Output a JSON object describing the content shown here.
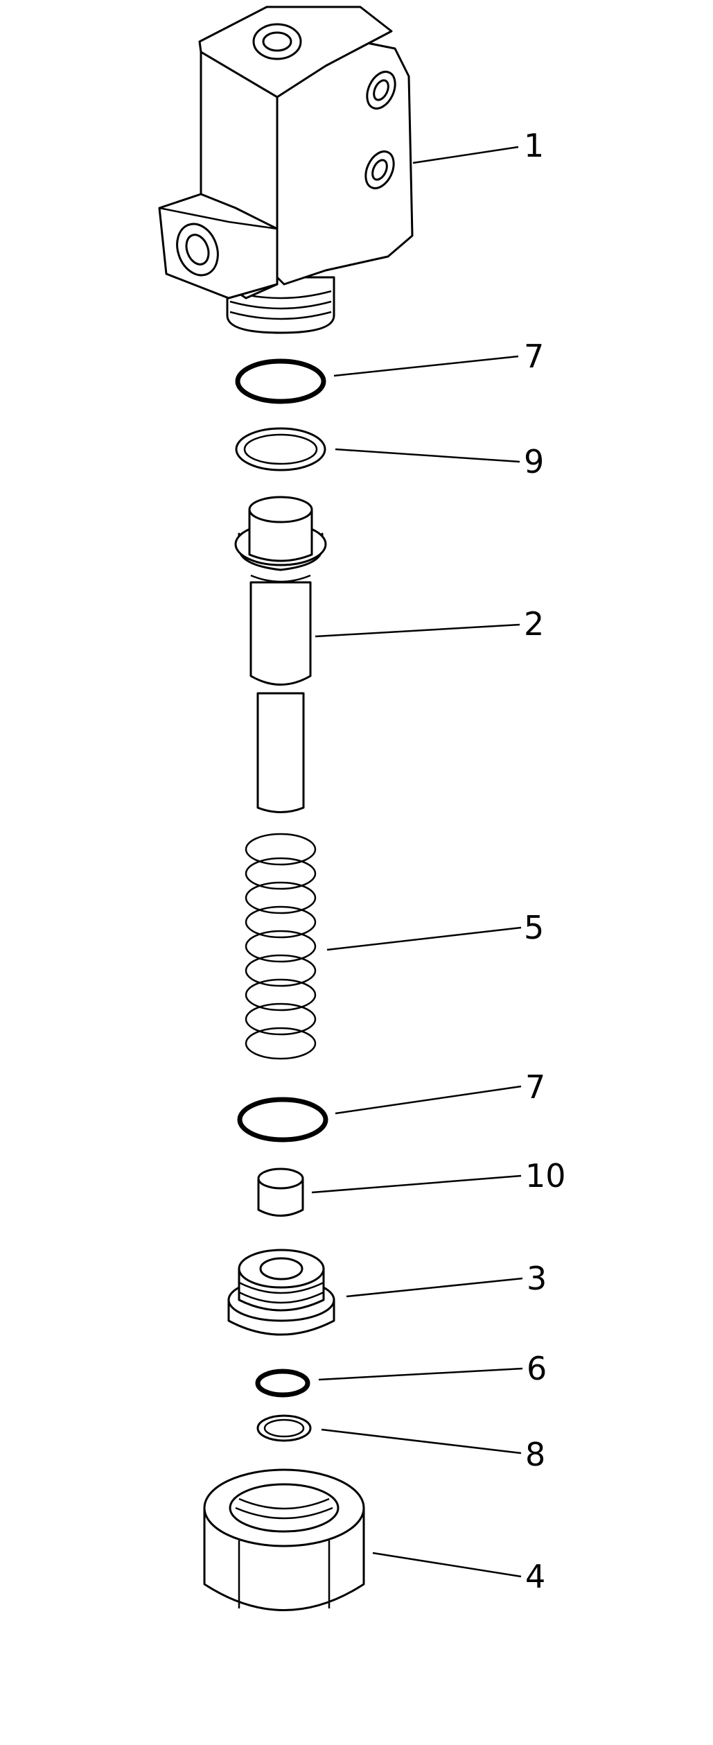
{
  "callouts": {
    "c1": "1",
    "c7a": "7",
    "c9": "9",
    "c2": "2",
    "c5": "5",
    "c7b": "7",
    "c10": "10",
    "c3": "3",
    "c6": "6",
    "c8": "8",
    "c4": "4"
  }
}
